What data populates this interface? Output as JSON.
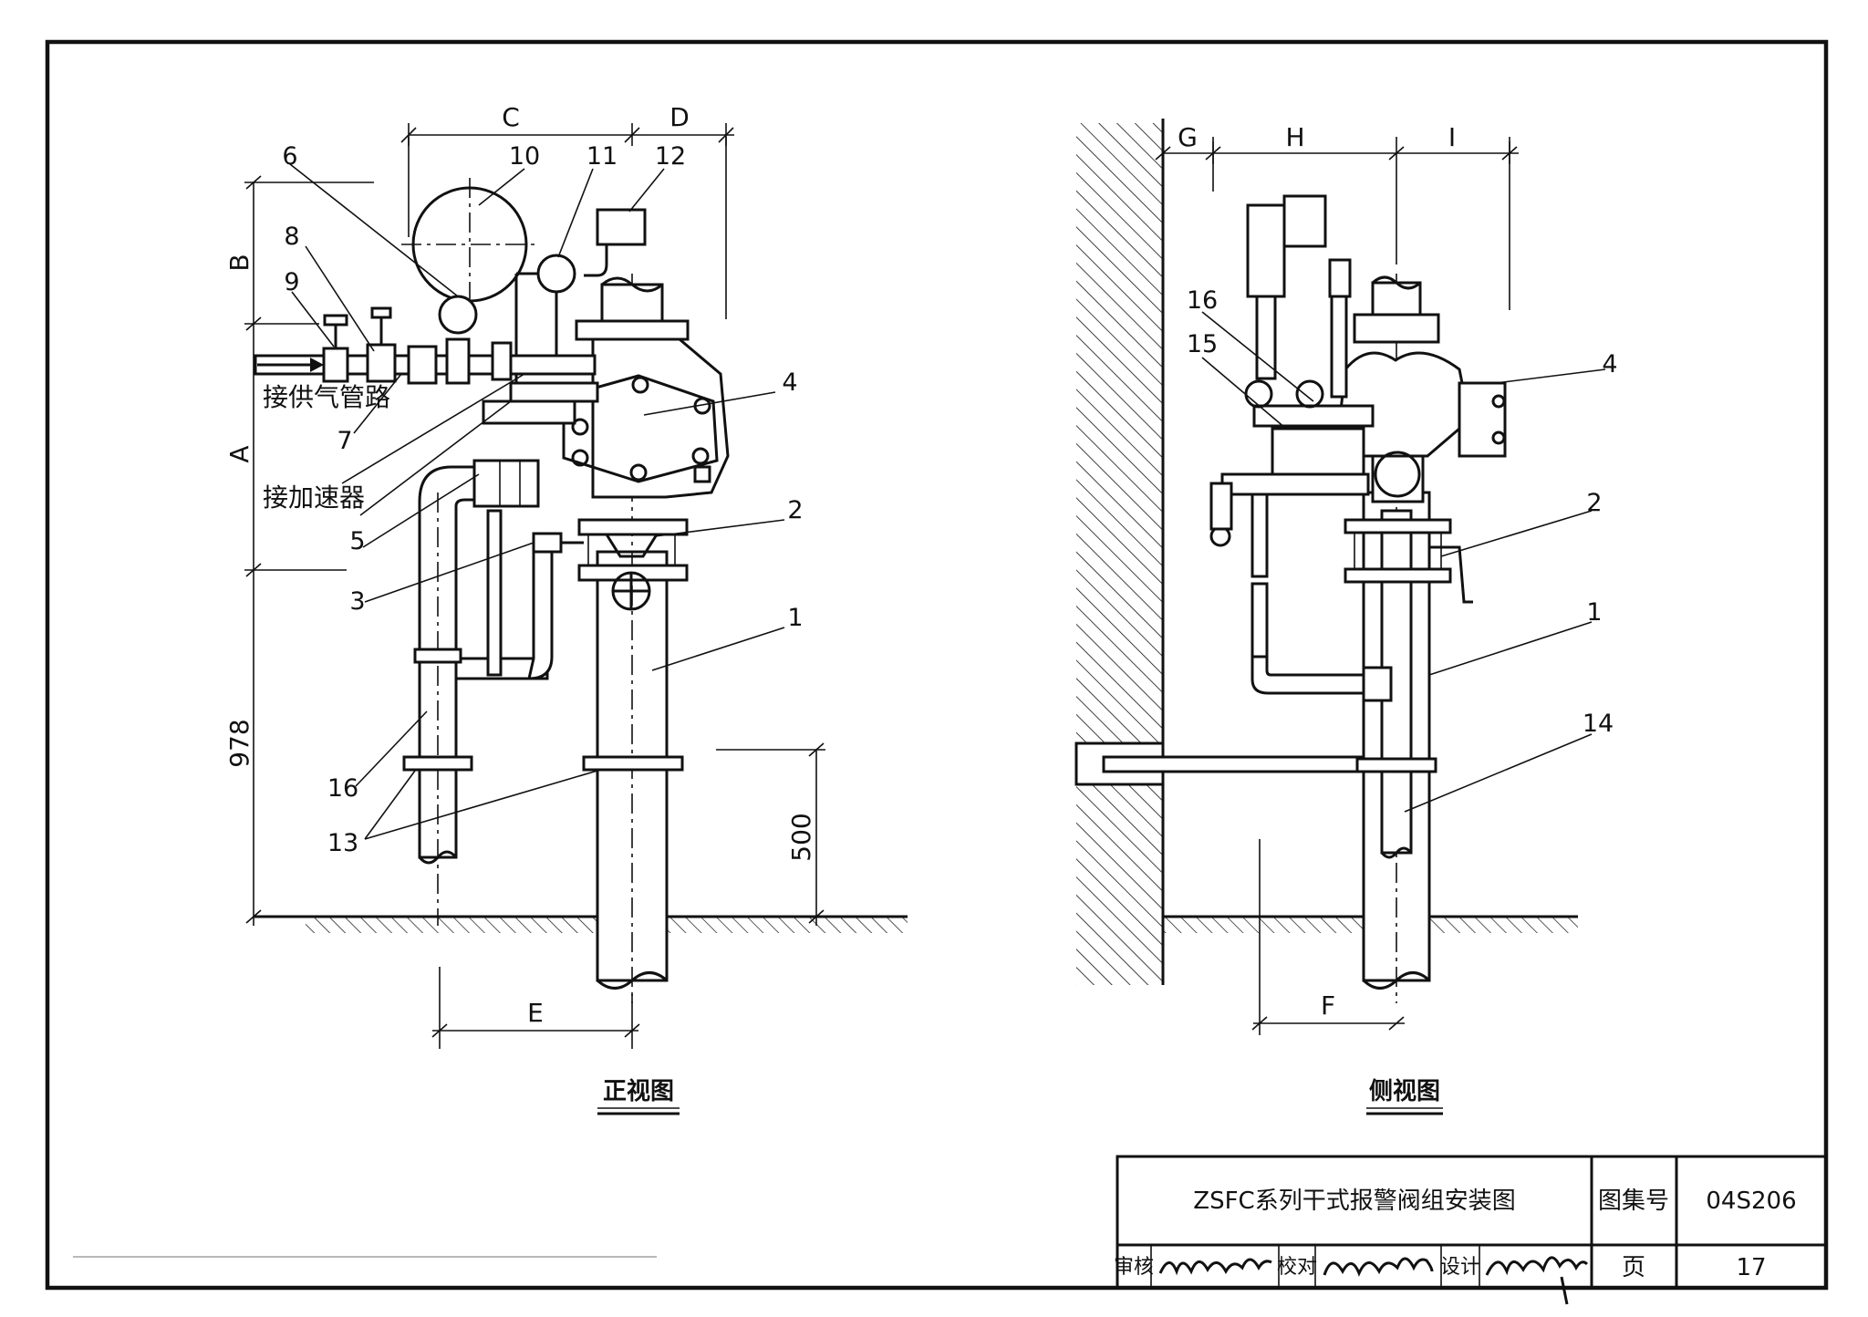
{
  "views": {
    "front": "正视图",
    "side": "侧视图"
  },
  "dimensions": {
    "A": "A",
    "B": "B",
    "C": "C",
    "D": "D",
    "E": "E",
    "F": "F",
    "G": "G",
    "H": "H",
    "I": "I",
    "h978": "978",
    "h500": "500"
  },
  "callouts": {
    "front": [
      "1",
      "2",
      "3",
      "4",
      "5",
      "6",
      "7",
      "8",
      "9",
      "10",
      "11",
      "12",
      "13",
      "16"
    ],
    "side": [
      "1",
      "2",
      "4",
      "14",
      "15",
      "16"
    ]
  },
  "labels": {
    "air_supply": "接供气管路",
    "accelerator": "接加速器"
  },
  "title_block": {
    "title": "ZSFC系列干式报警阀组安装图",
    "atlas_label": "图集号",
    "atlas_no": "04S206",
    "review_label": "审核",
    "check_label": "校对",
    "design_label": "设计",
    "page_label": "页",
    "page_no": "17"
  }
}
